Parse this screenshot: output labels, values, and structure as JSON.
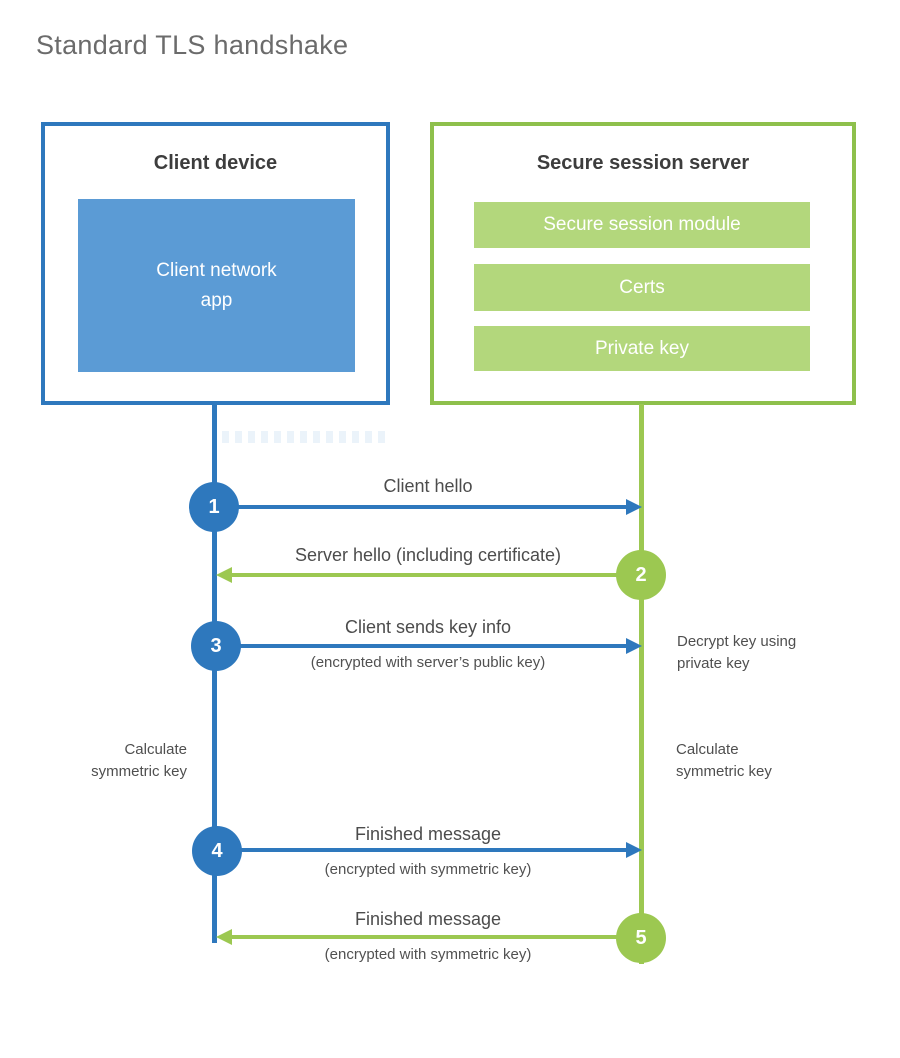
{
  "title": "Standard TLS handshake",
  "colors": {
    "blue": "#2e78bd",
    "blue_fill": "#5b9bd5",
    "green": "#9cc851",
    "green_border": "#8ec04c",
    "green_fill": "#b3d77c",
    "text_dark": "#3d3d3d",
    "text_gray": "#4c4c4c",
    "title_gray": "#6b6b6b"
  },
  "client": {
    "header": "Client device",
    "app_label": "Client network\napp"
  },
  "server": {
    "header": "Secure session server",
    "modules": [
      "Secure session module",
      "Certs",
      "Private key"
    ]
  },
  "steps": [
    {
      "num": "1",
      "label": "Client hello"
    },
    {
      "num": "2",
      "label": "Server hello (including certificate)"
    },
    {
      "num": "3",
      "label": "Client sends key info",
      "sub": "(encrypted with server’s public key)"
    },
    {
      "num": "4",
      "label": "Finished message",
      "sub": "(encrypted with symmetric key)"
    },
    {
      "num": "5",
      "label": "Finished message",
      "sub": "(encrypted with symmetric key)"
    }
  ],
  "notes": {
    "decrypt": "Decrypt key using\nprivate key",
    "calc_left": "Calculate\nsymmetric key",
    "calc_right": "Calculate\nsymmetric key"
  }
}
